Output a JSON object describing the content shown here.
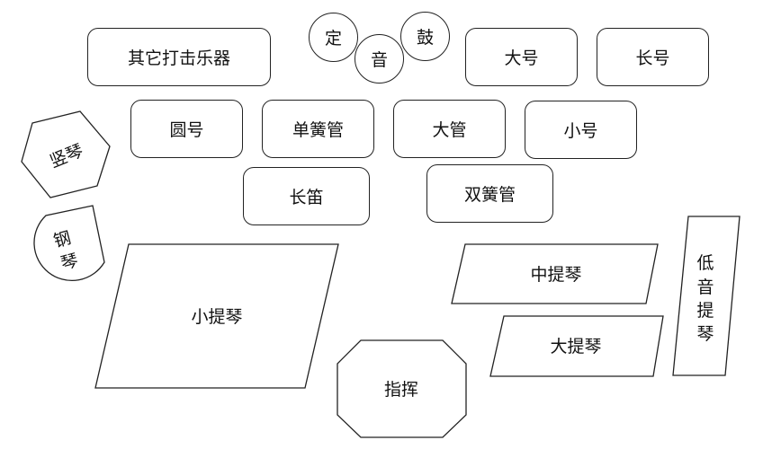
{
  "diagram": {
    "labels": {
      "other_percussion": "其它打击乐器",
      "timpani_ding": "定",
      "timpani_yin": "音",
      "timpani_gu": "鼓",
      "trumpet": "大号",
      "trombone": "长号",
      "french_horn": "圆号",
      "clarinet": "单簧管",
      "big_pipe": "大管",
      "small_horn": "小号",
      "harp": "竖琴",
      "flute": "长笛",
      "oboe": "双簧管",
      "piano": "钢琴",
      "piano_line1": "钢",
      "piano_line2": "琴",
      "violin": "小提琴",
      "viola": "中提琴",
      "cello": "大提琴",
      "double_bass": "低音提琴",
      "double_bass_chars": [
        "低",
        "音",
        "提",
        "琴"
      ],
      "conductor": "指挥"
    }
  }
}
